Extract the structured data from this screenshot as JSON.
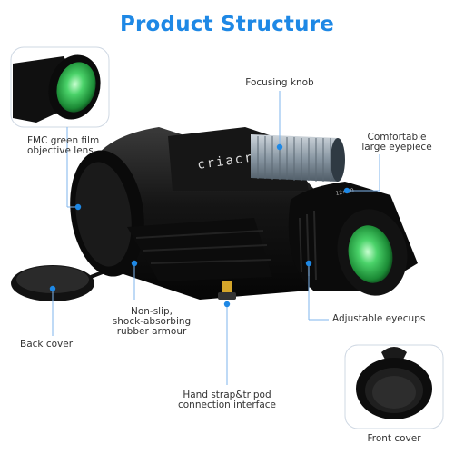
{
  "title": "Product Structure",
  "brand": "criacr",
  "eyepiece_marking": "12×50",
  "labels": {
    "objective_lens": [
      "FMC green film",
      "objective lens"
    ],
    "focusing_knob": "Focusing knob",
    "large_eyepiece": [
      "Comfortable",
      "large eyepiece"
    ],
    "rubber_armour": [
      "Non-slip,",
      "shock-absorbing",
      "rubber armour"
    ],
    "eyecups": "Adjustable eyecups",
    "back_cover": "Back cover",
    "strap_interface": [
      "Hand strap&tripod",
      "connection interface"
    ],
    "front_cover": "Front cover"
  },
  "colors": {
    "title": "#1e88e5",
    "accent": "#1e88e5",
    "leader_line": "#7fb6ee",
    "lens_green": "#37c15a",
    "body": "#121212"
  }
}
